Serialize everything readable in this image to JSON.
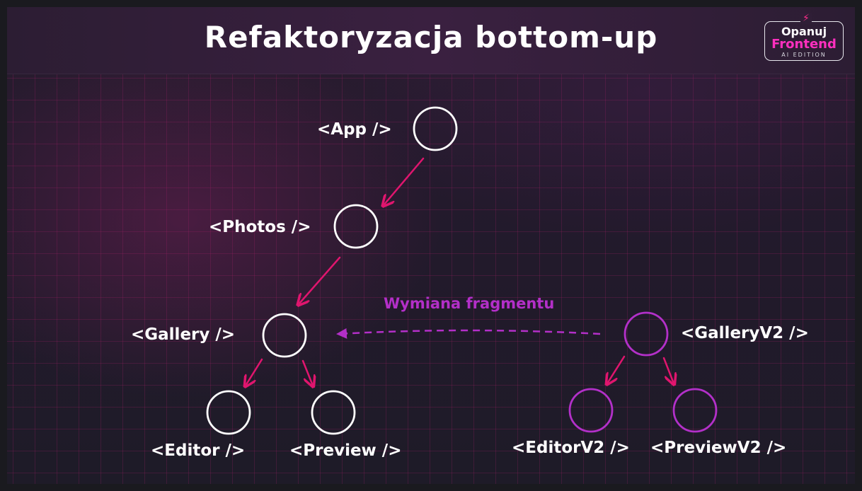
{
  "slide": {
    "title": "Refaktoryzacja bottom-up"
  },
  "logo": {
    "line1": "Opanuj",
    "line2": "Frontend",
    "line3": "AI EDITION"
  },
  "colors": {
    "node_white": "#ffffff",
    "node_purple": "#b330c9",
    "arrow_pink": "#e0156e",
    "annotation_purple": "#b32fc8"
  },
  "diagram": {
    "nodes": {
      "app": "<App />",
      "photos": "<Photos />",
      "gallery": "<Gallery />",
      "editor": "<Editor />",
      "preview": "<Preview />",
      "gallery_v2": "<GalleryV2 />",
      "editor_v2": "<EditorV2 />",
      "preview_v2": "<PreviewV2 />"
    },
    "annotation": "Wymiana fragmentu"
  }
}
